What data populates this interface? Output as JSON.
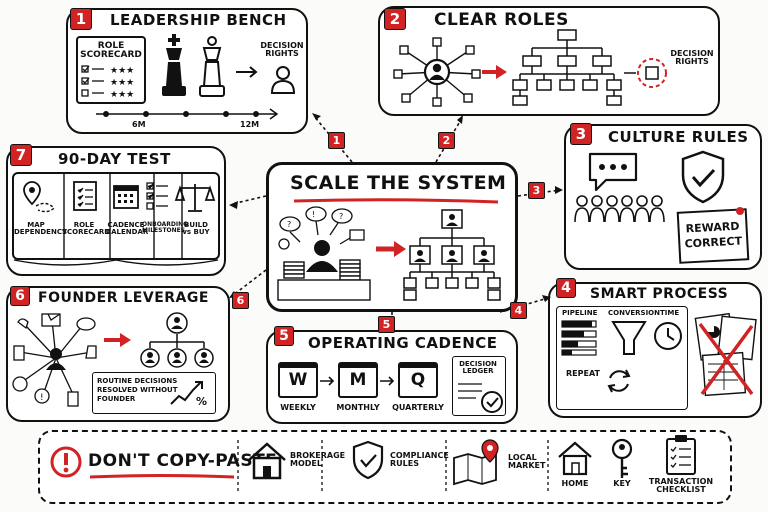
{
  "center": {
    "title": "SCALE THE SYSTEM"
  },
  "panels": {
    "leadership": {
      "number": "1",
      "title": "LEADERSHIP BENCH",
      "scorecard": "ROLE\nSCORECARD",
      "decision": "DECISION\nRIGHTS",
      "timeline": [
        "6M",
        "12M"
      ]
    },
    "roles": {
      "number": "2",
      "title": "CLEAR ROLES",
      "decision": "DECISION\nRIGHTS"
    },
    "culture": {
      "number": "3",
      "title": "CULTURE RULES",
      "reward": "REWARD\nCORRECT"
    },
    "process": {
      "number": "4",
      "title": "SMART PROCESS",
      "pipeline": "PIPELINE",
      "conversion": "CONVERSION",
      "time": "TIME",
      "repeat": "REPEAT"
    },
    "cadence": {
      "number": "5",
      "title": "OPERATING CADENCE",
      "letters": [
        "W",
        "M",
        "Q"
      ],
      "labels": [
        "WEEKLY",
        "MONTHLY",
        "QUARTERLY"
      ],
      "ledger": "DECISION\nLEDGER"
    },
    "leverage": {
      "number": "6",
      "title": "FOUNDER LEVERAGE",
      "note": "ROUTINE DECISIONS\nRESOLVED WITHOUT\nFOUNDER",
      "percent": "%"
    },
    "test": {
      "number": "7",
      "title": "90-DAY TEST",
      "books": [
        "MAP\nDEPENDENCY",
        "ROLE\nSCORECARD",
        "CADENCE\nCALENDAR",
        "ONBOARDING\nMILESTONES",
        "BUILD\nvs BUY"
      ]
    }
  },
  "connectors": [
    "1",
    "2",
    "3",
    "4",
    "5",
    "6"
  ],
  "footer": {
    "warning": "DON'T COPY-PASTE",
    "items": [
      {
        "label": "BROKERAGE\nMODEL",
        "icon": "house-icon"
      },
      {
        "label": "COMPLIANCE\nRULES",
        "icon": "shield-check-icon"
      },
      {
        "label": "LOCAL\nMARKET",
        "icon": "map-pin-icon"
      },
      {
        "label": "HOME",
        "icon": "home-icon"
      },
      {
        "label": "KEY",
        "icon": "key-icon"
      },
      {
        "label": "TRANSACTION\nCHECKLIST",
        "icon": "clipboard-icon"
      }
    ]
  },
  "colors": {
    "accent": "#d12323",
    "ink": "#111111"
  }
}
